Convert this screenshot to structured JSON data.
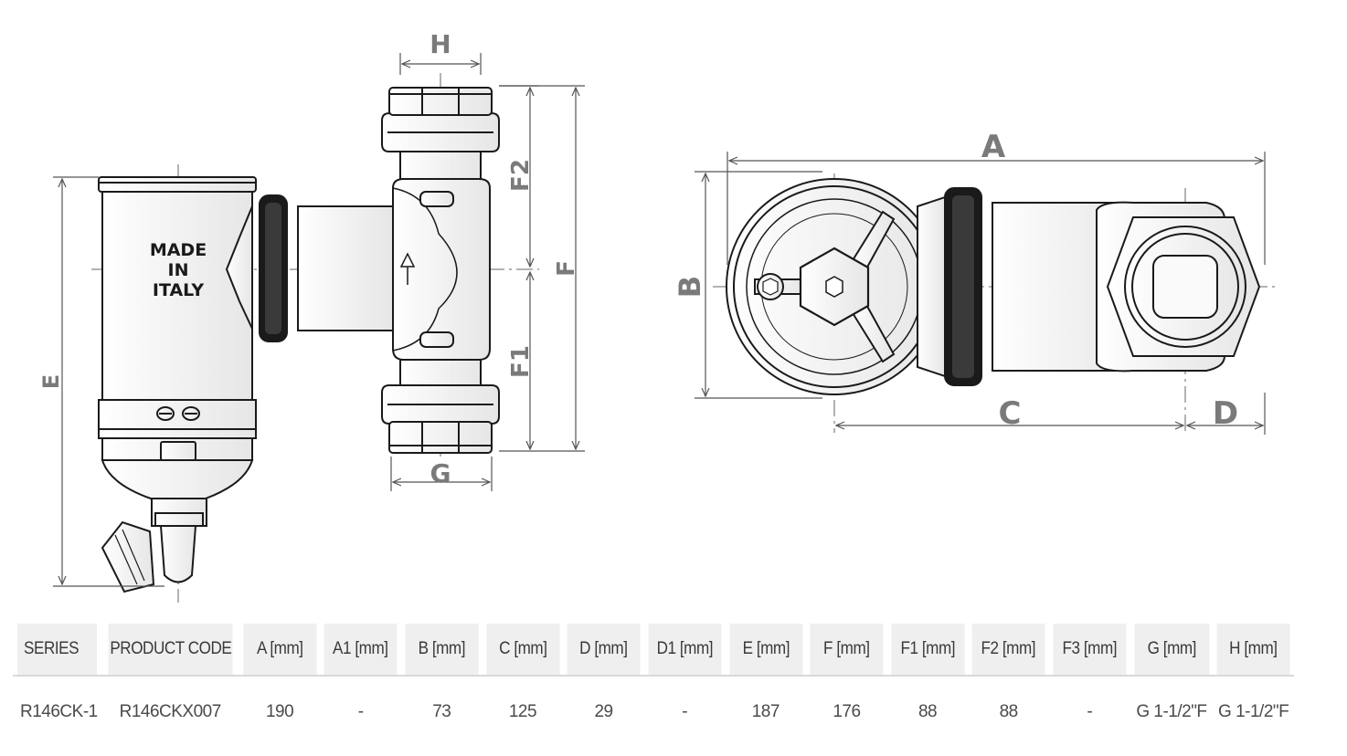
{
  "drawing": {
    "stamp": [
      "MADE",
      "IN",
      "ITALY"
    ],
    "dimensions": {
      "H": "H",
      "G": "G",
      "E": "E",
      "F": "F",
      "F1": "F1",
      "F2": "F2",
      "A": "A",
      "B": "B",
      "C": "C",
      "D": "D"
    }
  },
  "table": {
    "headers": [
      "SERIES",
      "PRODUCT CODE",
      "A [mm]",
      "A1 [mm]",
      "B [mm]",
      "C [mm]",
      "D [mm]",
      "D1 [mm]",
      "E [mm]",
      "F [mm]",
      "F1 [mm]",
      "F2 [mm]",
      "F3 [mm]",
      "G [mm]",
      "H [mm]"
    ],
    "row": [
      "R146CK-1",
      "R146CKX007",
      "190",
      "-",
      "73",
      "125",
      "29",
      "-",
      "187",
      "176",
      "88",
      "88",
      "-",
      "G 1-1/2\"F",
      "G 1-1/2\"F"
    ]
  }
}
